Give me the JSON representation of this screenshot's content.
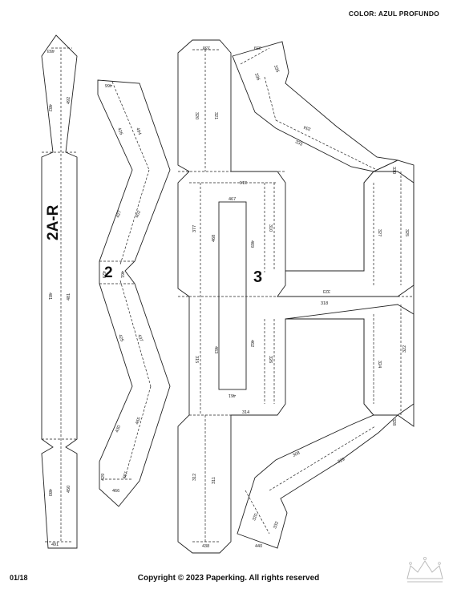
{
  "header": {
    "color_label": "COLOR: AZUL PROFUNDO"
  },
  "footer": {
    "page": "01/18",
    "copyright": "Copyright © 2023 Paperking. All rights reserved"
  },
  "pieces": {
    "piece_2ar": {
      "label": "2A-R",
      "edges": [
        "493",
        "492",
        "482",
        "481",
        "481",
        "480",
        "450",
        "491"
      ]
    },
    "piece_2": {
      "label": "2",
      "edges": [
        "466",
        "426",
        "494",
        "427",
        "402",
        "429",
        "461",
        "425",
        "437",
        "430",
        "465",
        "429",
        "466",
        "467"
      ]
    },
    "piece_3": {
      "label": "3",
      "edges": [
        "338",
        "339",
        "320",
        "321",
        "336",
        "335",
        "334",
        "333",
        "330",
        "316",
        "467",
        "377",
        "468",
        "469",
        "310",
        "327",
        "325",
        "323",
        "318",
        "315",
        "463",
        "462",
        "326",
        "324",
        "322",
        "461",
        "314",
        "328",
        "308",
        "329",
        "312",
        "311",
        "320",
        "332",
        "438",
        "440"
      ]
    }
  }
}
